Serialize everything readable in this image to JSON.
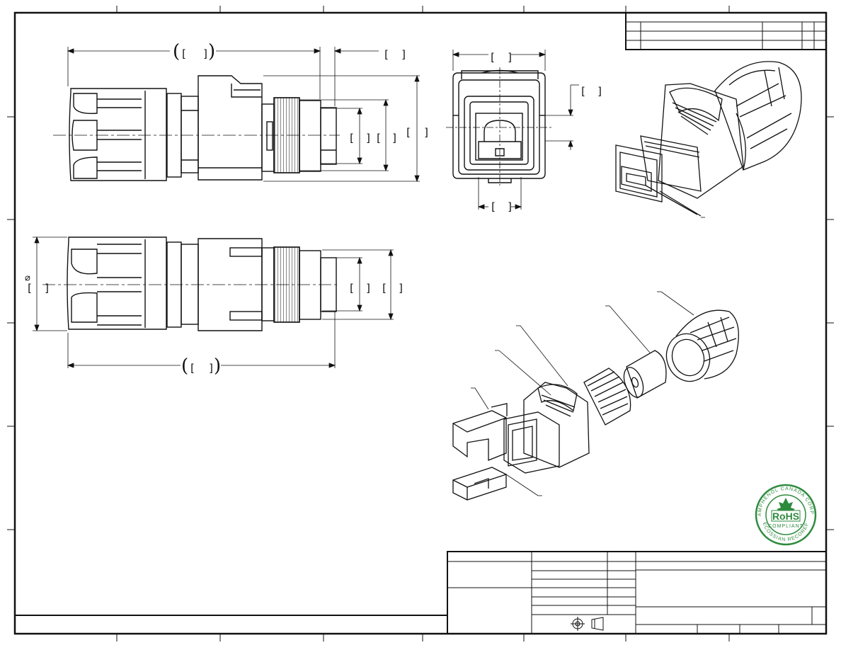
{
  "drawing": {
    "diameter_symbol": "⌀",
    "bracket_open": "[",
    "bracket_close": "]",
    "paren_open": "(",
    "paren_close": ")"
  },
  "stamp": {
    "ring_text": "AMPHENOL CANADA CORP.",
    "ring_text_bottom": "ECOSSIAN RECOREF",
    "title": "RoHS",
    "subtitle": "COMPLIANT",
    "color": "#2e8b3e"
  },
  "colors": {
    "line": "#111111",
    "paper": "#ffffff"
  }
}
